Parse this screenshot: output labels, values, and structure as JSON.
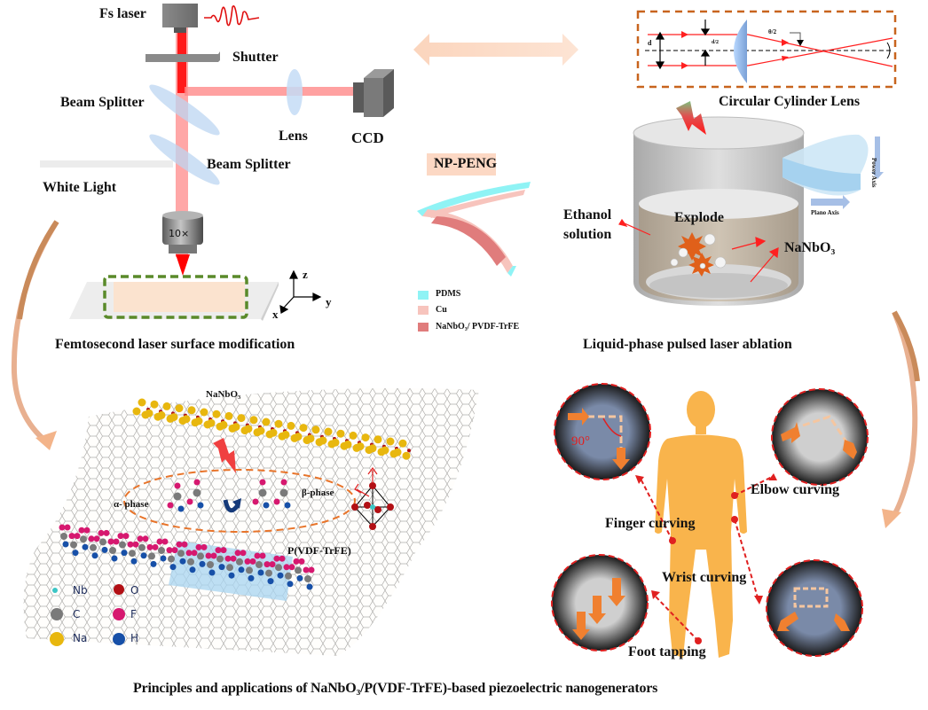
{
  "title": "Principles and applications of NaNbO₃/P(VDF-TrFE)-based piezoelectric nanogenerators",
  "panels": {
    "fs_setup": {
      "caption": "Femtosecond laser surface modification",
      "labels": {
        "fs_laser": "Fs laser",
        "shutter": "Shutter",
        "beam_splitter_1": "Beam Splitter",
        "beam_splitter_2": "Beam Splitter",
        "lens": "Lens",
        "ccd": "CCD",
        "white_light": "White Light",
        "objective": "10×",
        "axis_x": "x",
        "axis_y": "y",
        "axis_z": "z"
      }
    },
    "np_peng": {
      "title": "NP-PENG",
      "legend": [
        {
          "label": "PDMS",
          "color": "#8ff3f5"
        },
        {
          "label": "Cu",
          "color": "#f7c4bd"
        },
        {
          "label": "NaNbO₃/ PVDF-TrFE",
          "color": "#e07c7c"
        }
      ]
    },
    "cylinder_lens": {
      "caption": "Circular Cylinder Lens",
      "labels": {
        "d": "d",
        "d_half": "d/2",
        "theta_half": "θ/2"
      }
    },
    "lpla": {
      "caption": "Liquid-phase pulsed laser ablation",
      "labels": {
        "ethanol": "Ethanol",
        "solution": "solution",
        "explode": "Explode",
        "nanbo3": "NaNbO₃",
        "power_axis": "Power Axis",
        "plano_axis": "Plano Axis"
      }
    },
    "principle": {
      "labels": {
        "nanbo3": "NaNbO₃",
        "alpha_phase": "α- phase",
        "beta_phase": "β-phase",
        "pvdf": "P(VDF-TrFE)"
      },
      "legend": [
        {
          "label": "Nb",
          "color": "#3cc6c6"
        },
        {
          "label": "O",
          "color": "#b20f14"
        },
        {
          "label": "C",
          "color": "#7a7a7a"
        },
        {
          "label": "F",
          "color": "#d6186f"
        },
        {
          "label": "Na",
          "color": "#e8b70e"
        },
        {
          "label": "H",
          "color": "#1750a8"
        }
      ]
    },
    "applications": {
      "labels": {
        "finger": "Finger curving",
        "elbow": "Elbow curving",
        "wrist": "Wrist curving",
        "foot": "Foot tapping",
        "angle": "90°"
      }
    }
  },
  "colors": {
    "laser_red": "#ff1a1a",
    "beam_pink": "#ff8a8a",
    "arrow_peach": "#f9c9ad",
    "curve_brown": "#c98a5a",
    "body_orange": "#f9b44c",
    "dash_red": "#e02020",
    "dash_green": "#5a8a2a",
    "dash_orange": "#c8641e"
  }
}
